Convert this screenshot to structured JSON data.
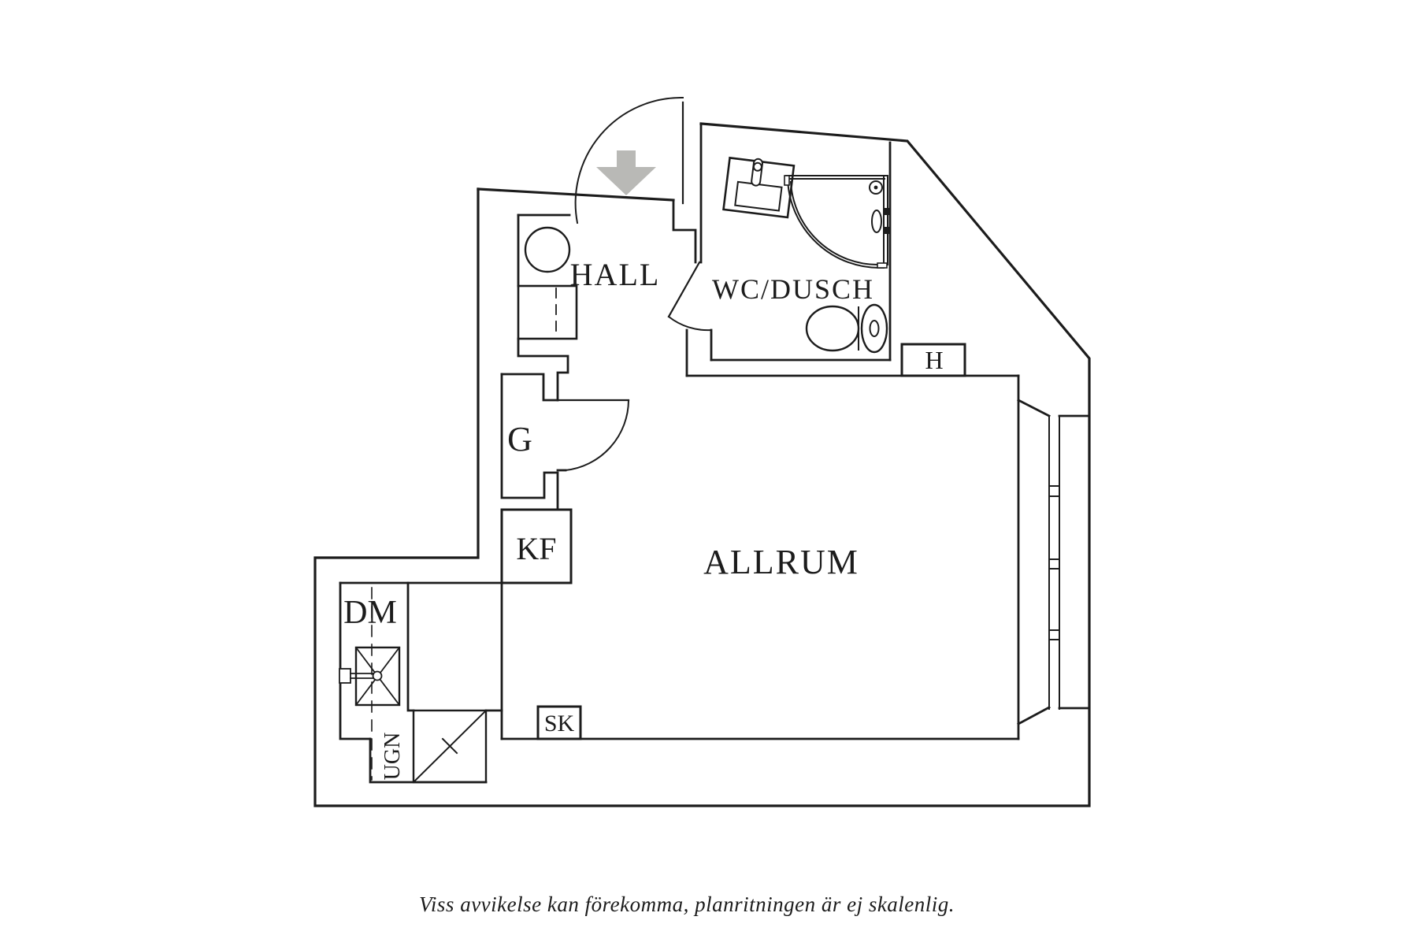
{
  "plan": {
    "labels": {
      "hall": "HALL",
      "wc": "WC/DUSCH",
      "allrum": "ALLRUM",
      "g": "G",
      "kf": "KF",
      "dm": "DM",
      "ugn": "UGN",
      "sk": "SK",
      "h": "H"
    },
    "disclaimer": "Viss avvikelse kan förekomma, planritningen är ej skalenlig.",
    "colors": {
      "line": "#1c1c1c",
      "entrance_arrow": "#b9b9b6",
      "background": "#ffffff"
    },
    "icons": {
      "entrance": "entrance-arrow-icon",
      "fixtures": [
        "hall-basin-icon",
        "bathroom-sink-icon",
        "corner-shower-icon",
        "toilet-icon",
        "kitchen-sink-icon",
        "stove-icon",
        "window-icon"
      ]
    }
  }
}
